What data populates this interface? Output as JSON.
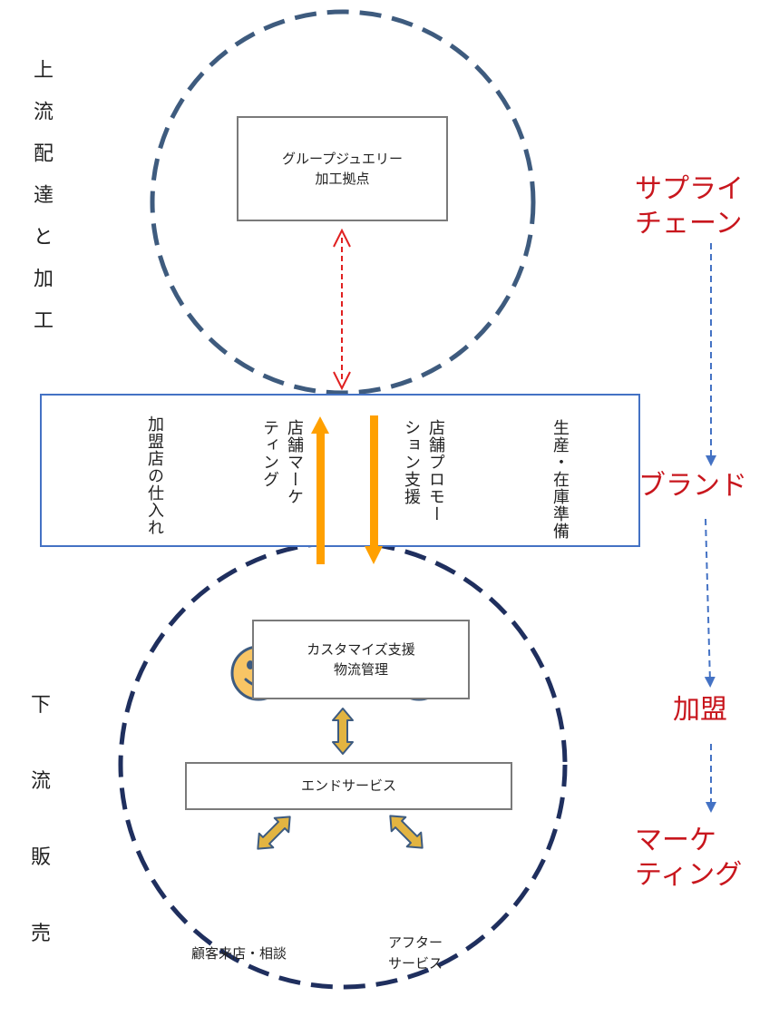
{
  "side_labels": {
    "upstream": "上流配達と加工",
    "downstream_chars": [
      "下",
      "流",
      "販",
      "売"
    ]
  },
  "upstream": {
    "processing_box": [
      "グループジュエリー",
      "加工拠点"
    ]
  },
  "middle_band": {
    "col_production": "生産・在庫準備",
    "col_promotion": [
      "店舗プロモー",
      "ション支援"
    ],
    "col_marketing": [
      "店舗マーケ",
      "ティング"
    ],
    "col_franchise_buy": "加盟店の仕入れ"
  },
  "downstream": {
    "support_box": [
      "カスタマイズ支援",
      "物流管理"
    ],
    "service_box": "エンドサービス",
    "customer_label": "顧客来店・相談",
    "after_label": [
      "アフター",
      "サービス"
    ]
  },
  "flow_labels": {
    "supply_chain": [
      "サプライ",
      "チェーン"
    ],
    "brand": "ブランド",
    "franchise": "加盟",
    "marketing": [
      "マーケ",
      "ティング"
    ]
  },
  "colors": {
    "circle_top": "#3e5b7e",
    "circle_bottom": "#1f2f5e",
    "band_border": "#4472c4",
    "orange_arrow": "#ffa000",
    "red_text": "#c8161d",
    "flow_arrow": "#4472c4",
    "smiley_fill": "#f8c565",
    "smiley_stroke": "#3d5b80"
  }
}
